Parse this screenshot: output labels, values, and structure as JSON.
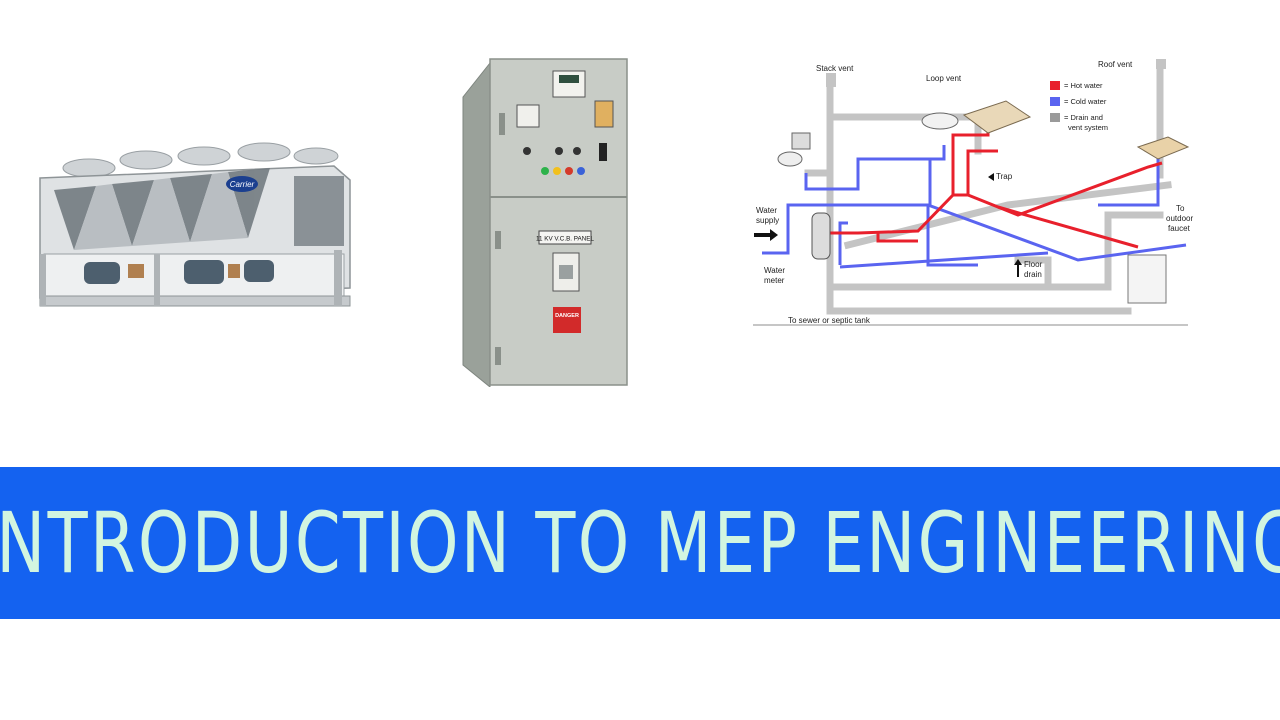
{
  "banner": {
    "title": "INTRODUCTION TO MEP ENGINEERING"
  },
  "chiller": {
    "brand": "Carrier"
  },
  "panel": {
    "plate_label": "11 KV V.C.B. PANEL",
    "warning_label": "DANGER"
  },
  "plumbing": {
    "labels": {
      "stack_vent": "Stack vent",
      "loop_vent": "Loop vent",
      "roof_vent": "Roof vent",
      "trap": "Trap",
      "water_supply_1": "Water",
      "water_supply_2": "supply",
      "water_meter_1": "Water",
      "water_meter_2": "meter",
      "floor_drain_1": "Floor",
      "floor_drain_2": "drain",
      "outdoor_faucet_1": "To",
      "outdoor_faucet_2": "outdoor",
      "outdoor_faucet_3": "faucet",
      "sewer": "To sewer or septic tank"
    },
    "legend": [
      {
        "label": "= Hot water",
        "color": "#e8202c"
      },
      {
        "label": "= Cold water",
        "color": "#5a64f0"
      },
      {
        "label": "= Drain and",
        "label2": "vent system",
        "color": "#9a9a9a"
      }
    ]
  }
}
